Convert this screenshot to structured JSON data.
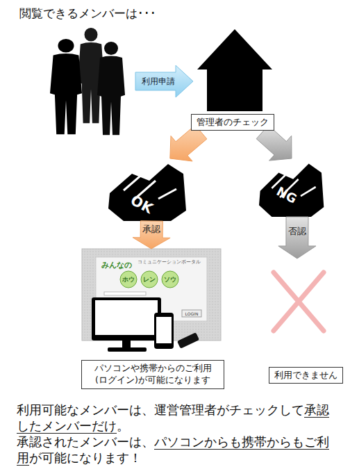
{
  "diagram": {
    "title": "閲覧できるメンバーは･･･",
    "caption": "利用可能なメンバーは、運営管理者がチェックして承認したメンバーだけ。",
    "nodes": [
      {
        "text": [
          "管理者のチェック"
        ]
      },
      {
        "text": [
          "OK"
        ]
      },
      {
        "text": [
          "NG"
        ]
      },
      {
        "text": [
          "パソコンや携帯からのご利用(ログイン)が可能になります"
        ]
      },
      {
        "text": [
          "利用できません"
        ]
      }
    ],
    "edges": [
      {
        "from": 0,
        "to": 1,
        "arrow": "to"
      },
      {
        "from": 0,
        "to": 2,
        "arrow": "to"
      },
      {
        "from": 1,
        "to": 3,
        "label": "承認",
        "arrow": "to"
      },
      {
        "from": 2,
        "to": 4,
        "label": "否認",
        "arrow": "to"
      }
    ],
    "labels": [
      "利用申請",
      "みんなの",
      "ホウ",
      "レン",
      "ソウ",
      "コミュニケーションポータル",
      "LOGIN",
      "承認されたメンバーは、パソコンからも携帯からもご利用が可能になります！"
    ]
  }
}
